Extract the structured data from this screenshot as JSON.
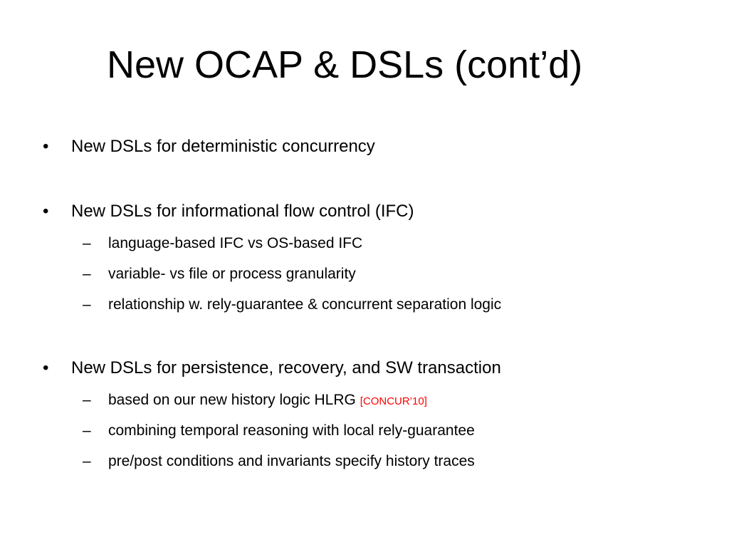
{
  "slide": {
    "title": "New OCAP & DSLs (cont’d)",
    "colors": {
      "text": "#000000",
      "citation": "#ff0000",
      "background": "#ffffff"
    },
    "bullets": [
      {
        "text": "New DSLs for deterministic concurrency",
        "subs": []
      },
      {
        "text": "New DSLs for informational flow control (IFC)",
        "subs": [
          "language-based IFC vs OS-based IFC",
          "variable- vs file or process granularity",
          "relationship w. rely-guarantee & concurrent separation logic"
        ]
      },
      {
        "text": "New DSLs for persistence, recovery, and SW transaction",
        "subs": [
          "based on our new history logic HLRG",
          "combining temporal reasoning with local rely-guarantee",
          "pre/post conditions and invariants specify history traces"
        ],
        "citation": "[CONCUR’10]"
      }
    ],
    "bullet_glyph": "•",
    "sub_glyph": "–"
  }
}
